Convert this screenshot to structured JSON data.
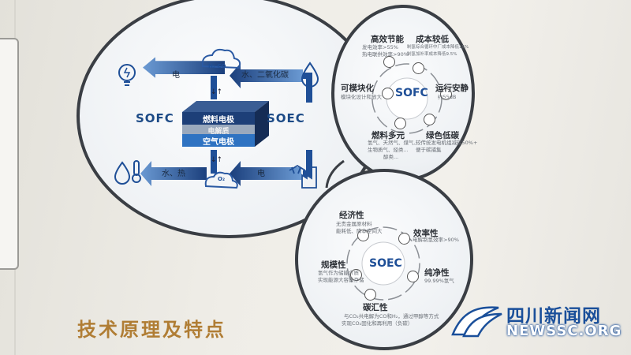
{
  "main": {
    "sofc": "SOFC",
    "soec": "SOEC",
    "arrow_electricity_top": "电",
    "arrow_water_co2": "水、二氧化碳",
    "arrow_water_heat": "水、热",
    "arrow_electricity_bottom": "电",
    "gas_top": "H₂ CO",
    "gas_bottom": "O₂",
    "layer_fuel": "燃料电极",
    "layer_electrolyte": "电解质",
    "layer_air": "空气电极"
  },
  "sofc_panel": {
    "center": "SOFC",
    "items": [
      {
        "title": "高效节能",
        "lines": [
          "发电效率>55%",
          "热电联供效率>90%"
        ]
      },
      {
        "title": "成本较低",
        "lines": [
          "制氢综合循环中厂成本降低15%",
          "制氢加补率成本降低9.5%"
        ]
      },
      {
        "title": "运行安静",
        "lines": [
          "约55dB"
        ]
      },
      {
        "title": "绿色低碳",
        "lines": [
          "较传统发电机组减碳50%+",
          "便于碳捕集"
        ]
      },
      {
        "title": "燃料多元",
        "lines": [
          "氢气、天然气、煤气、",
          "生物质气、烃类...",
          "醇类..."
        ]
      },
      {
        "title": "可模块化",
        "lines": [
          "模块化设计和放大"
        ]
      }
    ]
  },
  "soec_panel": {
    "center": "SOEC",
    "items": [
      {
        "title": "经济性",
        "lines": [
          "无贵金属原材料",
          "能耗低、降本空间大"
        ]
      },
      {
        "title": "效率性",
        "lines": [
          "电解制氢效率>90%"
        ]
      },
      {
        "title": "纯净性",
        "lines": [
          "99.99%氢气"
        ]
      },
      {
        "title": "碳汇性",
        "lines": [
          "与CO₂共电解为CO和H₂，通过甲醇等方式",
          "实现CO₂固化和再利用（负碳）"
        ]
      },
      {
        "title": "规模性",
        "lines": [
          "氢气作为储能介质",
          "实现能源大容量存储"
        ]
      }
    ]
  },
  "heading": "技术原理及特点",
  "watermark": {
    "cn": "四川新闻网",
    "en": "NEWSSC.ORG"
  },
  "colors": {
    "arrow_blue": "#1f4f97",
    "gold": "#b07d34",
    "ring": "#3a3e44"
  }
}
